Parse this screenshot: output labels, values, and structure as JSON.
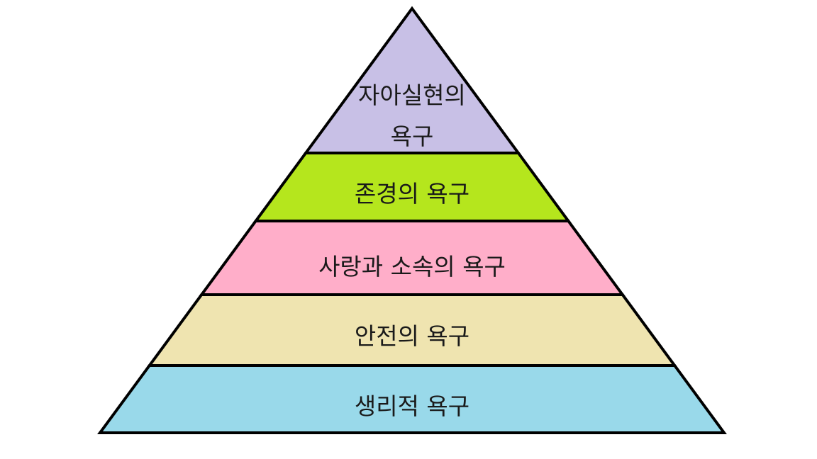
{
  "diagram": {
    "tiers": [
      {
        "lines": [
          "자아실현의",
          "욕구"
        ],
        "color": "#c8c0e6"
      },
      {
        "lines": [
          "존경의 욕구"
        ],
        "color": "#b5e61d"
      },
      {
        "lines": [
          "사랑과 소속의 욕구"
        ],
        "color": "#ffaec9"
      },
      {
        "lines": [
          "안전의 욕구"
        ],
        "color": "#efe4b0"
      },
      {
        "lines": [
          "생리적 욕구"
        ],
        "color": "#99d9ea"
      }
    ],
    "outline_color": "#000000"
  }
}
